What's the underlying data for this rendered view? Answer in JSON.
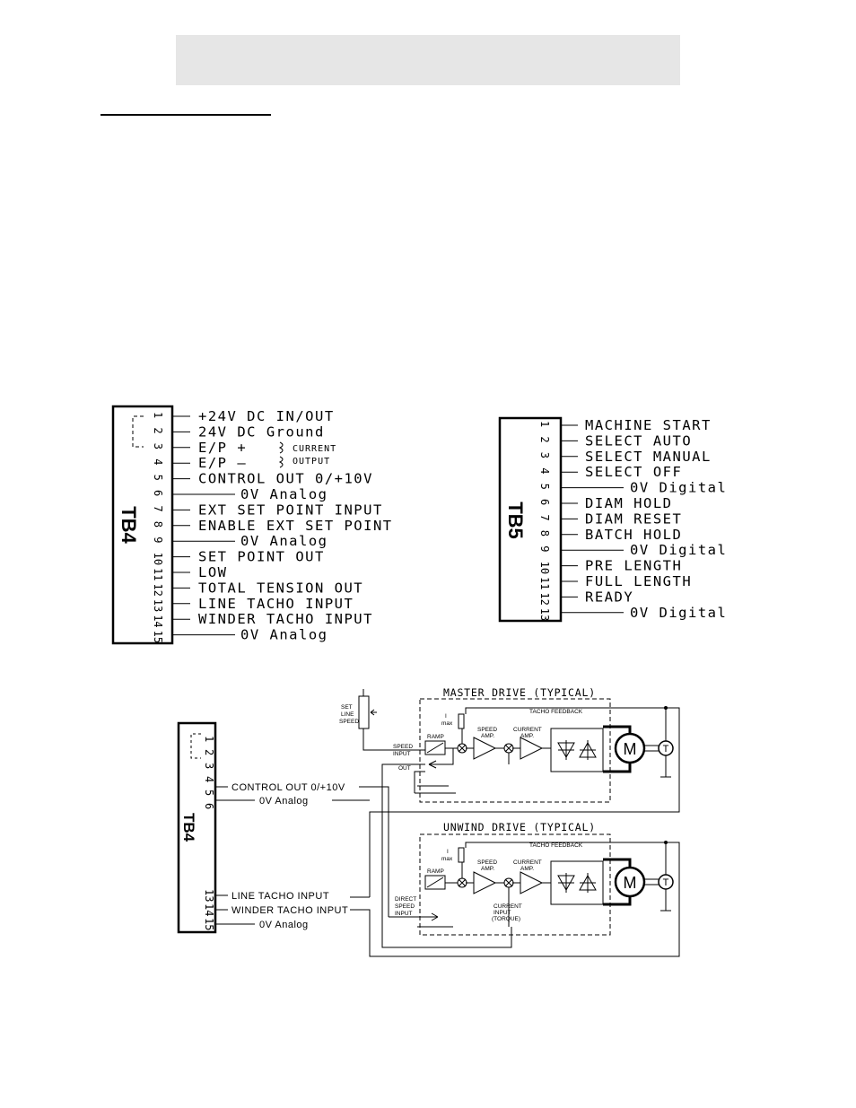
{
  "tb4": {
    "title": "TB4",
    "pins": [
      "1",
      "2",
      "3",
      "4",
      "5",
      "6",
      "7",
      "8",
      "9",
      "10",
      "11",
      "12",
      "13",
      "14",
      "15"
    ],
    "labels": [
      "+24V DC IN/OUT",
      "24V DC Ground",
      "E/P +",
      "E/P –",
      "CONTROL OUT 0/+10V",
      "0V Analog",
      "EXT SET POINT INPUT",
      "ENABLE EXT SET POINT",
      "0V Analog",
      "SET POINT OUT",
      "LOW",
      "TOTAL TENSION OUT",
      "LINE TACHO INPUT",
      "WINDER TACHO INPUT",
      "0V Analog"
    ],
    "current_note": "CURRENT",
    "output_note": "OUTPUT"
  },
  "tb5": {
    "title": "TB5",
    "pins": [
      "1",
      "2",
      "3",
      "4",
      "5",
      "6",
      "7",
      "8",
      "9",
      "10",
      "11",
      "12",
      "13"
    ],
    "labels": [
      "MACHINE START",
      "SELECT AUTO",
      "SELECT MANUAL",
      "SELECT OFF",
      "0V Digital",
      "DIAM HOLD",
      "DIAM RESET",
      "BATCH HOLD",
      "0V Digital",
      "PRE LENGTH",
      "FULL LENGTH",
      "READY",
      "0V Digital"
    ]
  },
  "wiring": {
    "tb4_title": "TB4",
    "pins_top": [
      "1",
      "2",
      "3",
      "4",
      "5",
      "6"
    ],
    "pins_bottom": [
      "13",
      "14",
      "15"
    ],
    "labels": [
      "CONTROL OUT 0/+10V",
      "0V Analog",
      "LINE TACHO INPUT",
      "WINDER TACHO INPUT",
      "0V Analog"
    ],
    "master": {
      "title": "MASTER DRIVE (TYPICAL)",
      "set_line_speed": [
        "SET",
        "LINE",
        "SPEED"
      ],
      "speed_input": [
        "SPEED",
        "INPUT"
      ],
      "out": "OUT",
      "ramp": "RAMP",
      "i_max": [
        "I",
        "max"
      ],
      "speed_amp": [
        "SPEED",
        "AMP."
      ],
      "current_amp": [
        "CURRENT",
        "AMP."
      ],
      "tacho_feedback": "TACHO FEEDBACK",
      "motor": "M",
      "tacho": "T"
    },
    "unwind": {
      "title": "UNWIND DRIVE (TYPICAL)",
      "direct_speed_input": [
        "DIRECT",
        "SPEED",
        "INPUT"
      ],
      "ramp": "RAMP",
      "i_max": [
        "I",
        "max"
      ],
      "speed_amp": [
        "SPEED",
        "AMP."
      ],
      "current_amp": [
        "CURRENT",
        "AMP."
      ],
      "current_input": [
        "CURRENT",
        "INPUT",
        "(TORQUE)"
      ],
      "tacho_feedback": "TACHO FEEDBACK",
      "motor": "M",
      "tacho": "T"
    }
  }
}
